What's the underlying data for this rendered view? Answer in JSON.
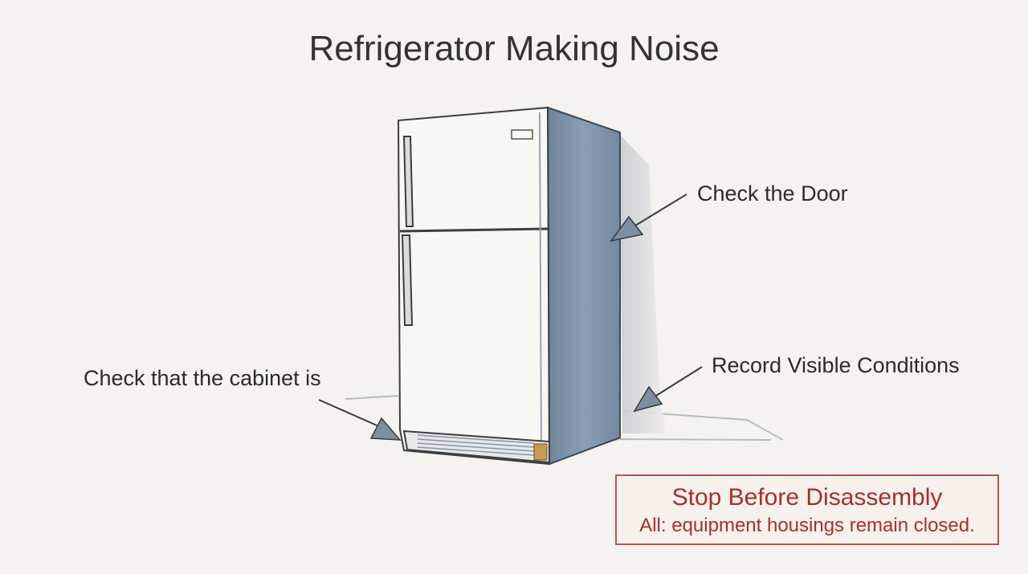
{
  "title": "Refrigerator Making Noise",
  "callouts": {
    "door": "Check the Door",
    "record": "Record Visible Conditions",
    "cabinet": "Check that the cabinet is"
  },
  "warning": {
    "title": "Stop Before Disassembly",
    "subtitle": "All: equipment housings remain closed."
  },
  "colors": {
    "accent_red": "#a6302c",
    "fridge_side": "#7f93a8",
    "arrow": "#7c8fa3"
  }
}
